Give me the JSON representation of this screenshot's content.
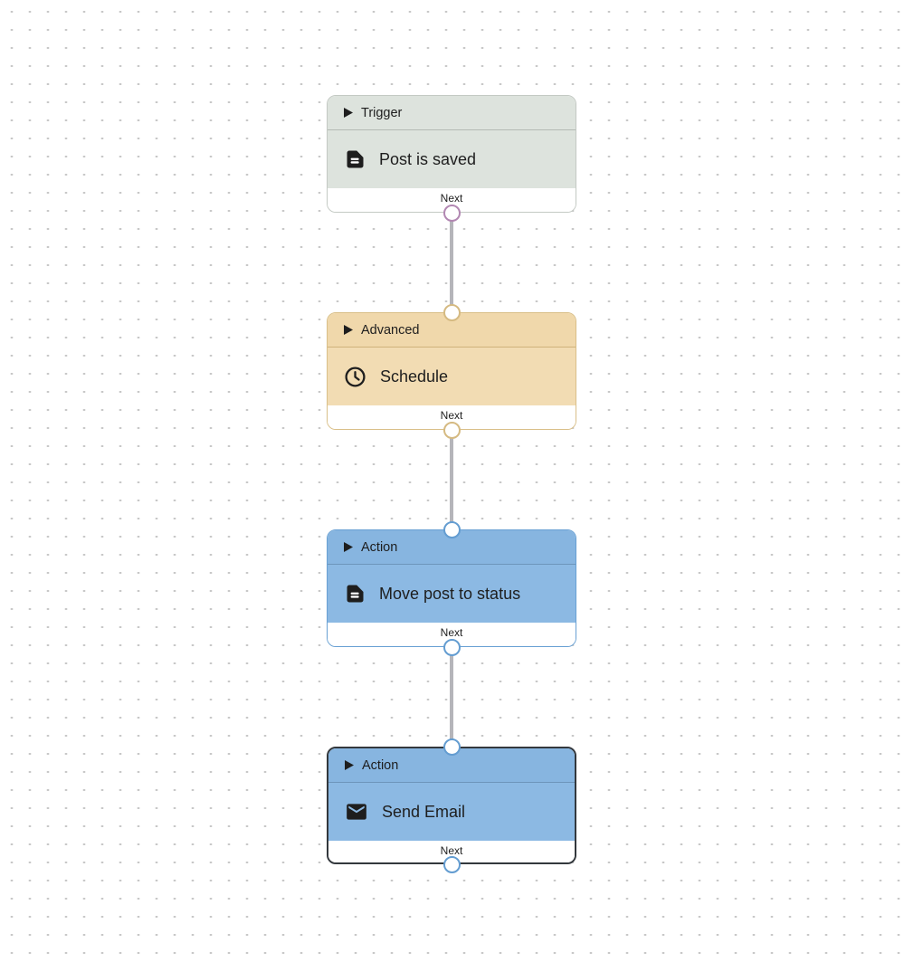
{
  "canvas": {
    "background_color": "#ffffff",
    "grid_dot_color": "#c8c8c8",
    "edge_color": "#b5b5ba"
  },
  "nodes": [
    {
      "type": "trigger",
      "header_label": "Trigger",
      "title": "Post is saved",
      "icon": "post-icon",
      "next_label": "Next",
      "selected": false,
      "colors": {
        "fill": "#dde3dd",
        "border": "#c3c9c3",
        "port": "#b287b2"
      }
    },
    {
      "type": "advanced",
      "header_label": "Advanced",
      "title": "Schedule",
      "icon": "clock-icon",
      "next_label": "Next",
      "selected": false,
      "colors": {
        "fill": "#f2dcb3",
        "border": "#d9bf88",
        "port": "#d5ba82"
      }
    },
    {
      "type": "action",
      "header_label": "Action",
      "title": "Move post to status",
      "icon": "post-icon",
      "next_label": "Next",
      "selected": false,
      "colors": {
        "fill": "#8cb9e3",
        "border": "#68a0d3",
        "port": "#649dd1"
      }
    },
    {
      "type": "action",
      "header_label": "Action",
      "title": "Send Email",
      "icon": "email-icon",
      "next_label": "Next",
      "selected": true,
      "colors": {
        "fill": "#8cb9e3",
        "border": "#33383d",
        "port": "#649dd1"
      }
    }
  ]
}
